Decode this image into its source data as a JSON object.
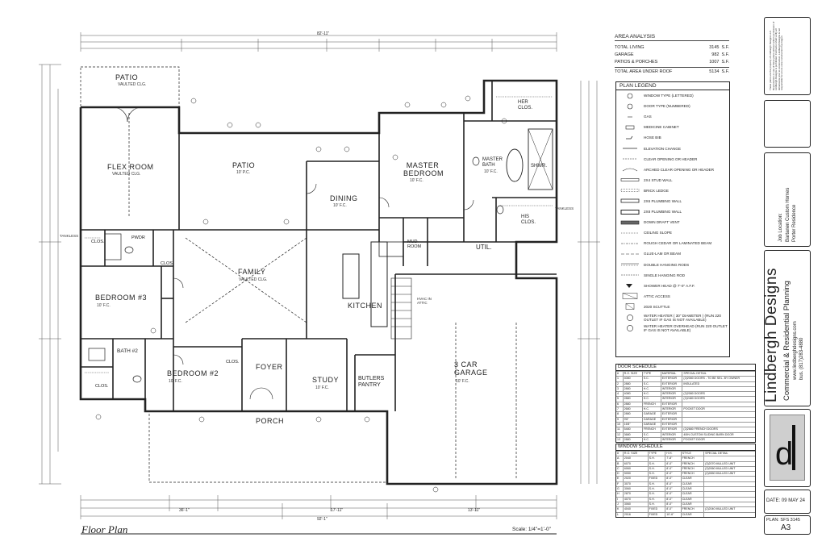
{
  "drawing": {
    "title": "Floor Plan",
    "scale": "Scale: 1/4\"=1'-0\"",
    "overall_dimension_top": "82'-11\"",
    "overall_dimension_bottom": "92'-1\"",
    "bottom_dimensions": [
      "36'-1\"",
      "17'-11\"",
      "13'-11\""
    ]
  },
  "rooms": {
    "patio_top": "PATIO",
    "patio_top_note": "VAULTED CLG.",
    "flex_room": "FLEX ROOM",
    "flex_room_note": "VAULTED CLG.",
    "patio_mid": "PATIO",
    "patio_mid_note": "10' P.C.",
    "dining": "DINING",
    "dining_note": "10' F.C.",
    "master_bedroom": "MASTER BEDROOM",
    "master_bedroom_note": "10' F.C.",
    "master_bath": "MASTER BATH",
    "master_bath_note": "10' F.C.",
    "shwr": "SHWR.",
    "hers_clos": "HER CLOS.",
    "his_clos": "HIS CLOS.",
    "family": "FAMILY",
    "family_note": "VAULTED CLG.",
    "kitchen": "KITCHEN",
    "mud_room": "MUD ROOM",
    "util": "UTIL.",
    "bedroom3": "BEDROOM #3",
    "bedroom3_note": "10' F.C.",
    "pwdr": "PWDR",
    "clos": "CLOS.",
    "bath2": "BATH #2",
    "bedroom2": "BEDROOM #2",
    "bedroom2_note": "10' F.C.",
    "foyer": "FOYER",
    "study": "STUDY",
    "study_note": "10' F.C.",
    "butlers_pantry": "BUTLERS PANTRY",
    "garage": "3 CAR GARAGE",
    "garage_note": "10' F.C.",
    "porch": "PORCH",
    "tankless": "TANKLESS",
    "hvac": "HVAC IN ATTIC"
  },
  "area_analysis": {
    "heading": "AREA ANALYSIS",
    "rows": [
      {
        "label": "TOTAL LIVING",
        "value": "3145",
        "unit": "S.F."
      },
      {
        "label": "GARAGE",
        "value": "982",
        "unit": "S.F."
      },
      {
        "label": "PATIOS & PORCHES",
        "value": "1007",
        "unit": "S.F."
      }
    ],
    "total": {
      "label": "TOTAL AREA UNDER ROOF",
      "value": "5134",
      "unit": "S.F."
    }
  },
  "legend": {
    "heading": "PLAN LEGEND",
    "items": [
      {
        "icon": "window-tag-icon",
        "text": "WINDOW TYPE (LETTERED)"
      },
      {
        "icon": "door-tag-icon",
        "text": "DOOR TYPE (NUMBERED)"
      },
      {
        "icon": "gas-icon",
        "text": "GAS"
      },
      {
        "icon": "medicine-cabinet-icon",
        "text": "MEDICINE CABINET"
      },
      {
        "icon": "hose-bib-icon",
        "text": "HOSE BIB"
      },
      {
        "icon": "elevation-change-icon",
        "text": "ELEVATION CHANGE"
      },
      {
        "icon": "clear-opening-icon",
        "text": "CLEAR OPENING OR HEADER"
      },
      {
        "icon": "arched-opening-icon",
        "text": "ARCHED CLEAR OPENING OR HEADER"
      },
      {
        "icon": "stud-wall-icon",
        "text": "2X4 STUD WALL"
      },
      {
        "icon": "brick-ledge-icon",
        "text": "BRICK LEDGE"
      },
      {
        "icon": "plumbing-wall-6-icon",
        "text": "2X6 PLUMBING WALL"
      },
      {
        "icon": "plumbing-wall-8-icon",
        "text": "2X8 PLUMBING WALL"
      },
      {
        "icon": "down-draft-vent-icon",
        "text": "DOWN DRAFT VENT"
      },
      {
        "icon": "ceiling-slope-icon",
        "text": "CEILING SLOPE"
      },
      {
        "icon": "cedar-beam-icon",
        "text": "ROUGH CEDAR OR LAMINATED BEAM"
      },
      {
        "icon": "glue-lam-icon",
        "text": "GLUE-LAM OR BEAM"
      },
      {
        "icon": "double-rod-icon",
        "text": "DOUBLE HANGING RODS"
      },
      {
        "icon": "single-rod-icon",
        "text": "SINGLE HANGING ROD"
      },
      {
        "icon": "shower-head-icon",
        "text": "SHOWER HEAD @ 7'-0\" A.F.F."
      },
      {
        "icon": "attic-access-icon",
        "text": "ATTIC ACCESS"
      },
      {
        "icon": "scuttle-icon",
        "text": "2020 SCUTTLE"
      },
      {
        "icon": "water-heater-icon",
        "text": "WATER HEATER ( 30\" DIAMETER ) (RUN 220 OUTLET IF GAS IS NOT AVAILABLE)"
      },
      {
        "icon": "water-heater-overhead-icon",
        "text": "WATER HEATER OVERHEAD (RUN 220 OUTLET IF GAS IS NOT AVAILABLE)"
      }
    ]
  },
  "door_schedule": {
    "heading": "DOOR SCHEDULE",
    "columns": [
      "#",
      "R.O. SIZE",
      "TYPE",
      "MATERIAL",
      "SPECIAL DETAIL"
    ],
    "rows": [
      [
        "1",
        "4080",
        "S.C.",
        "EXTERIOR",
        "(2)2080 DOORS - TO BE SEL. BY OWNER"
      ],
      [
        "2",
        "2880",
        "S.C.",
        "EXTERIOR",
        "INSULATED"
      ],
      [
        "3",
        "2880",
        "H.C.",
        "INTERIOR",
        ""
      ],
      [
        "4",
        "4080",
        "H.C.",
        "INTERIOR",
        "(2)2080 DOORS"
      ],
      [
        "5",
        "2880",
        "H.C.",
        "INTERIOR",
        "(2)2480 DOORS"
      ],
      [
        "6",
        "2880",
        "FRENCH",
        "EXTERIOR",
        ""
      ],
      [
        "7",
        "2680",
        "H.C.",
        "INTERIOR",
        "POCKET DOOR"
      ],
      [
        "8",
        "2880",
        "GARAGE",
        "EXTERIOR",
        ""
      ],
      [
        "9",
        "9'8\"",
        "GARAGE",
        "EXTERIOR",
        ""
      ],
      [
        "10",
        "16'8\"",
        "GARAGE",
        "EXTERIOR",
        ""
      ],
      [
        "11",
        "5480",
        "FRENCH",
        "EXTERIOR",
        "(2)2680 FRENCH DOORS"
      ],
      [
        "12",
        "3680",
        "S.C.",
        "INTERIOR",
        "40IN CUSTOM SLIDING BARN DOOR"
      ],
      [
        "13",
        "2880",
        "H.C.",
        "INTERIOR",
        "POCKET DOOR"
      ]
    ]
  },
  "window_schedule": {
    "heading": "WINDOW SCHEDULE",
    "columns": [
      "#",
      "R.O. SIZE",
      "TYPE",
      "H.H.",
      "STYLE",
      "SPECIAL DETAIL"
    ],
    "rows": [
      [
        "A",
        "2040",
        "S.H.",
        "7'-8\"",
        "FRENCH",
        ""
      ],
      [
        "B",
        "6070",
        "S.H.",
        "8'-0\"",
        "FRENCH",
        "(3)2070 MULLED UNIT"
      ],
      [
        "C",
        "6060",
        "S.H.",
        "8'-0\"",
        "FRENCH",
        "(3)2060 MULLED UNIT"
      ],
      [
        "D",
        "5050",
        "S.H.",
        "8'-0\"",
        "FRENCH",
        "(2)2650 MULLED UNIT"
      ],
      [
        "E",
        "2020",
        "FIXED",
        "8'-0\"",
        "CLEAR",
        ""
      ],
      [
        "F",
        "3070",
        "S.H.",
        "8'-0\"",
        "CLEAR",
        ""
      ],
      [
        "G",
        "3060",
        "S.H.",
        "8'-0\"",
        "CLEAR",
        ""
      ],
      [
        "H",
        "2870",
        "S.H.",
        "8'-0\"",
        "CLEAR",
        ""
      ],
      [
        "I",
        "4070",
        "S.H.",
        "8'-0\"",
        "CLEAR",
        ""
      ],
      [
        "J",
        "3060",
        "S.H.",
        "8'-0\"",
        "CLEAR",
        ""
      ],
      [
        "K",
        "4040",
        "FIXED",
        "8'-0\"",
        "FRENCH",
        "(2)2040 MULLED UNIT"
      ],
      [
        "L",
        "2016",
        "FIXED",
        "10'-6\"",
        "CLEAR",
        ""
      ]
    ]
  },
  "title_block": {
    "copyright_note": "These plans are the property of Lindbergh Designs LLC. Reproduction or use of these plans without written permission of Lindbergh Designs is prohibited. Contractor shall verify all dimensions prior to construction. Lindbergh Designs is not responsible for errors once construction has begun.",
    "job_location_label": "Job Location:",
    "job_line1": "Bartanen Custom Homes",
    "job_line2": "Porter Residence",
    "company": "Lindbergh Designs",
    "tagline": "Commercial & Residential Planning",
    "website": "www.lindberghdesigns.com",
    "phone": "bus. (817)283-4880",
    "logo_letter": "d",
    "date": "DATE: 09 MAY 24",
    "plan": "PLAN: SFS 3145",
    "sheet": "A3"
  }
}
